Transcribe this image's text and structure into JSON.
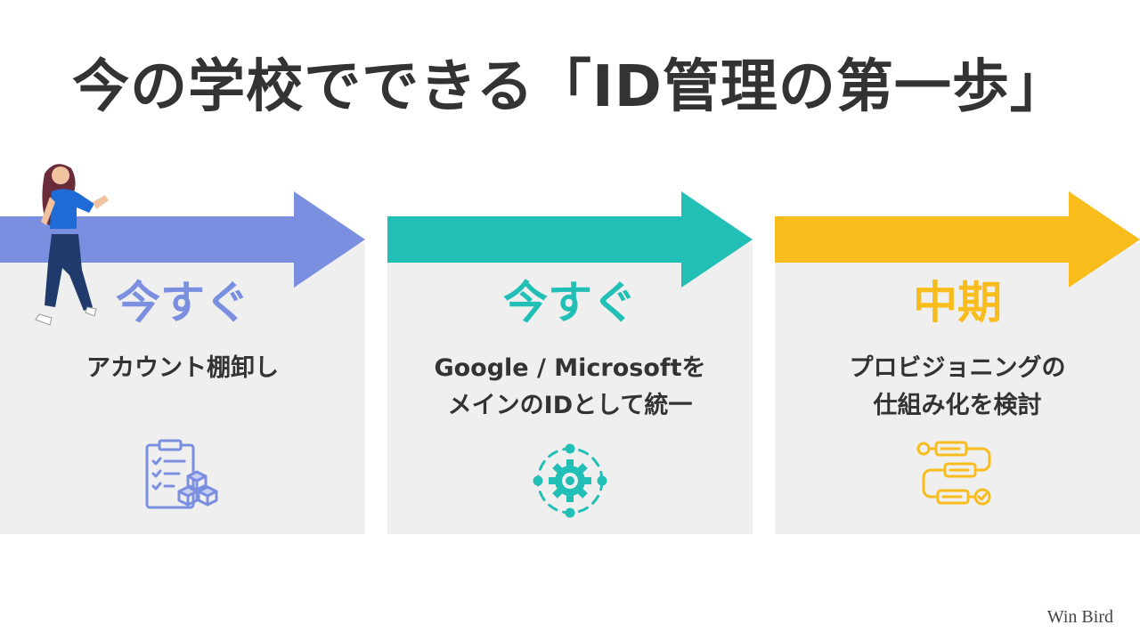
{
  "title": "今の学校でできる「ID管理の第一歩」",
  "stages": [
    {
      "phase": "今すぐ",
      "lines": [
        "アカウント棚卸し"
      ],
      "color": "#7b8fe0",
      "icon": "clipboard-checklist-boxes-icon"
    },
    {
      "phase": "今すぐ",
      "lines": [
        "Google / Microsoftを",
        "メインのIDとして統一"
      ],
      "color": "#22bfb6",
      "icon": "gear-network-icon"
    },
    {
      "phase": "中期",
      "lines": [
        "プロビジョニングの",
        "仕組み化を検討"
      ],
      "color": "#f8bd1c",
      "icon": "workflow-flowchart-icon"
    }
  ],
  "logo": "Win Bird"
}
